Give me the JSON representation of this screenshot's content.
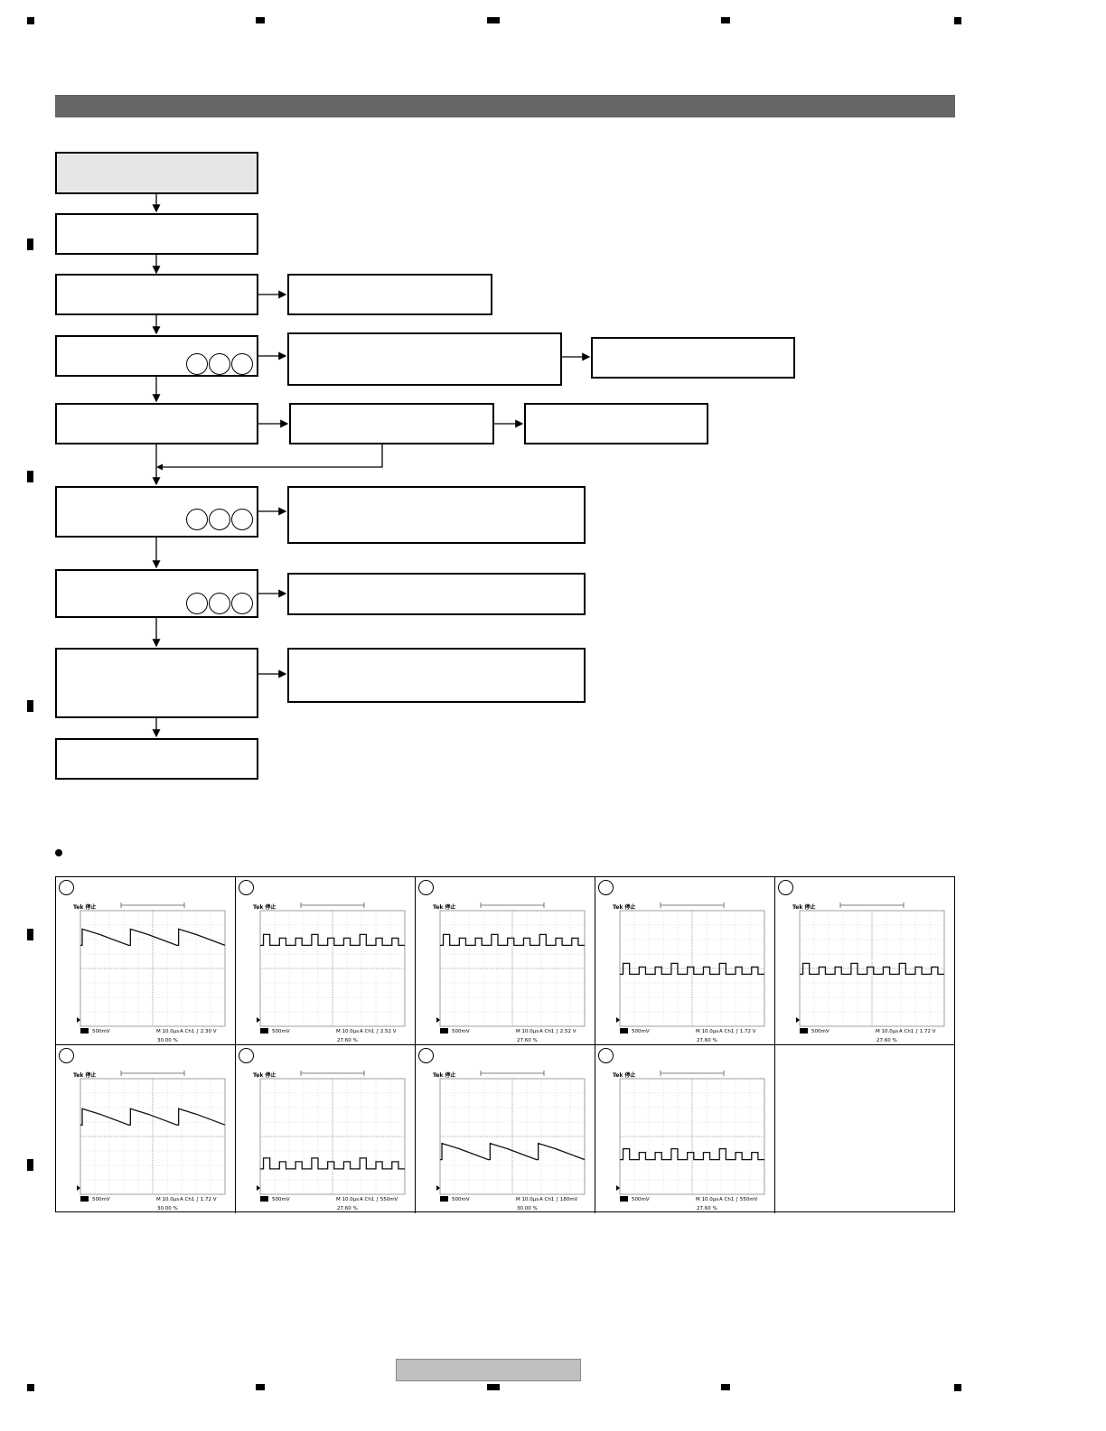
{
  "page": {
    "title": "",
    "page_number": ""
  },
  "flowchart": {
    "steps": [],
    "note": ""
  },
  "waveforms": {
    "heading": "",
    "scope_status_label": "Tek 停止",
    "channels": [
      {
        "volts_per_div": "500mV",
        "time_per_div": "M 10.0µs",
        "trigger": "A Ch1 ∫ 2.30 V",
        "duty": "30.00 %"
      },
      {
        "volts_per_div": "500mV",
        "time_per_div": "M 10.0µs",
        "trigger": "A Ch1 ∫ 2.52 V",
        "duty": "27.60 %"
      },
      {
        "volts_per_div": "500mV",
        "time_per_div": "M 10.0µs",
        "trigger": "A Ch1 ∫ 2.52 V",
        "duty": "27.60 %"
      },
      {
        "volts_per_div": "500mV",
        "time_per_div": "M 10.0µs",
        "trigger": "A Ch1 ∫ 1.72 V",
        "duty": "27.60 %"
      },
      {
        "volts_per_div": "500mV",
        "time_per_div": "M 10.0µs",
        "trigger": "A Ch1 ∫ 1.72 V",
        "duty": "27.60 %"
      },
      {
        "volts_per_div": "500mV",
        "time_per_div": "M 10.0µs",
        "trigger": "A Ch1 ∫ 1.72 V",
        "duty": "30.00 %"
      },
      {
        "volts_per_div": "500mV",
        "time_per_div": "M 10.0µs",
        "trigger": "A Ch1 ∫ 550mV",
        "duty": "27.60 %"
      },
      {
        "volts_per_div": "500mV",
        "time_per_div": "M 10.0µs",
        "trigger": "A Ch1 ∫ 180mV",
        "duty": "30.00 %"
      },
      {
        "volts_per_div": "500mV",
        "time_per_div": "M 10.0µs",
        "trigger": "A Ch1 ∫ 550mV",
        "duty": "27.60 %"
      }
    ]
  }
}
